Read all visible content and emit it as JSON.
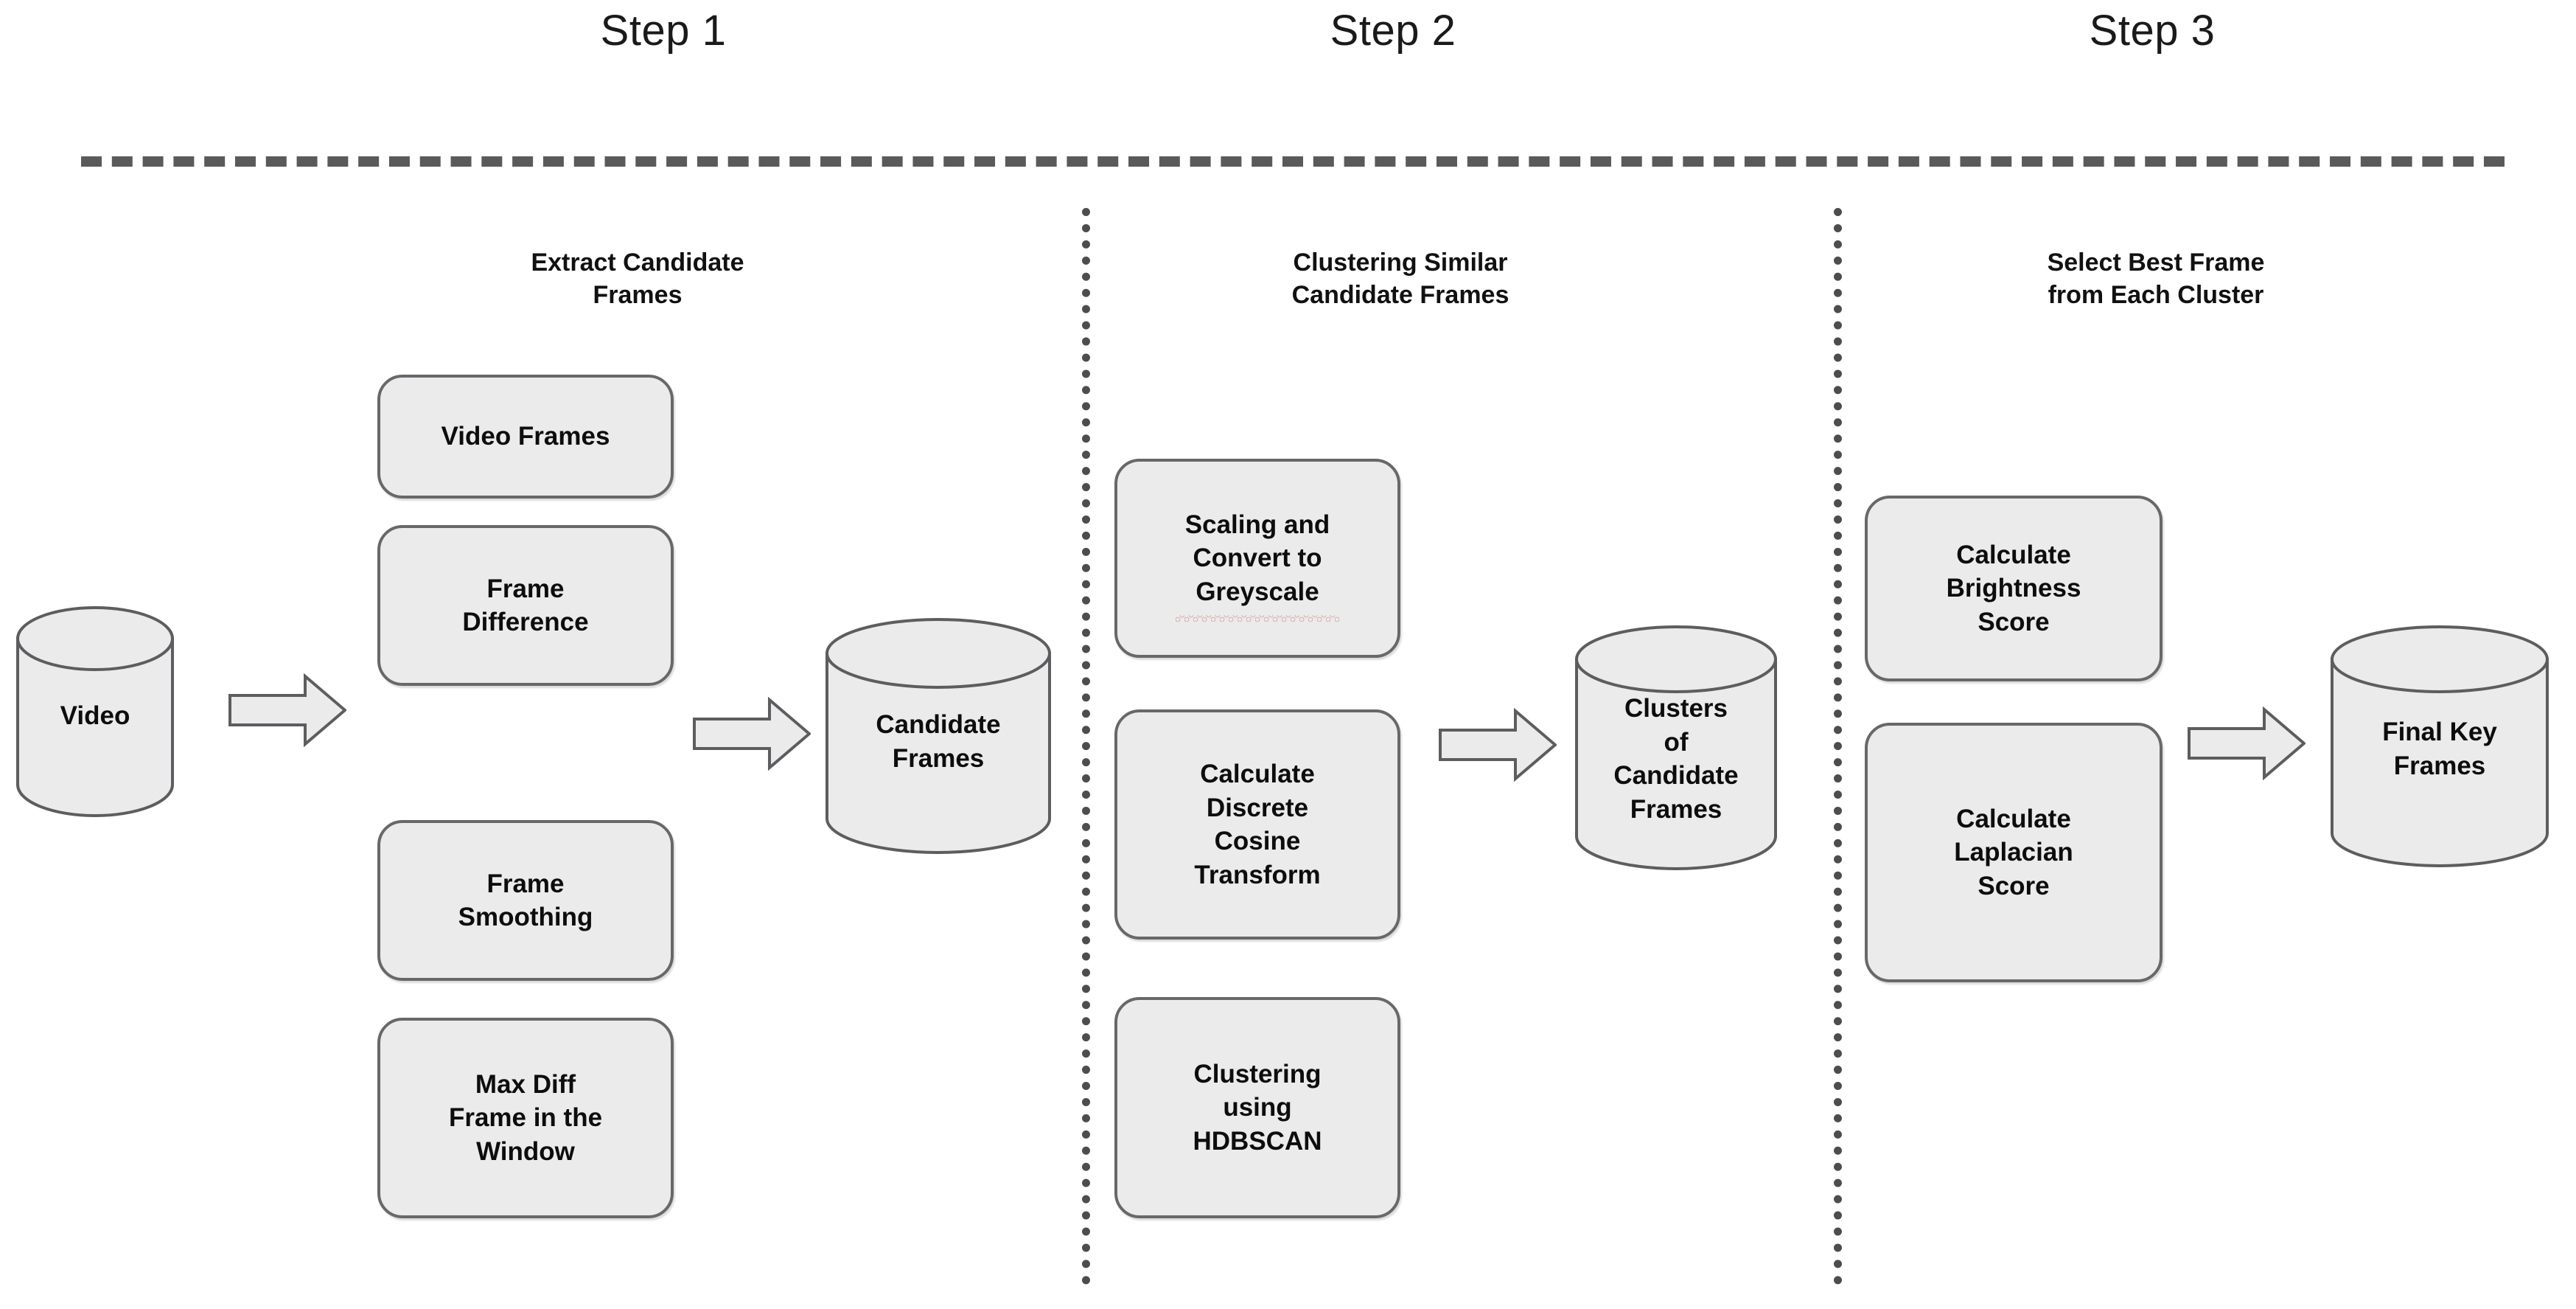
{
  "diagram": {
    "title_steps": [
      {
        "label": "Step 1"
      },
      {
        "label": "Step 2"
      },
      {
        "label": "Step 3"
      }
    ],
    "column_headings": [
      {
        "text": "Extract Candidate\nFrames"
      },
      {
        "text": "Clustering Similar\nCandidate Frames"
      },
      {
        "text": "Select Best Frame\nfrom Each Cluster"
      }
    ],
    "datastores": [
      {
        "name": "video",
        "label": "Video"
      },
      {
        "name": "candidate-frames",
        "label": "Candidate\nFrames"
      },
      {
        "name": "clusters-of-candidate-frames",
        "label": "Clusters\nof\nCandidate\nFrames"
      },
      {
        "name": "final-key-frames",
        "label": "Final Key\nFrames"
      }
    ],
    "step1_boxes": [
      {
        "text": "Video Frames"
      },
      {
        "text": "Frame\nDifference"
      },
      {
        "text": "Frame\nSmoothing"
      },
      {
        "text": "Max Diff\nFrame in the\nWindow"
      }
    ],
    "step2_boxes": [
      {
        "text": "Scaling and\nConvert to\nGreyscale",
        "spellcheck_flag": true
      },
      {
        "text": "Calculate\nDiscrete\nCosine\nTransform",
        "spellcheck_flag": false
      },
      {
        "text": "Clustering\nusing\nHDBSCAN",
        "spellcheck_flag": false
      }
    ],
    "step3_boxes": [
      {
        "text": "Calculate\nBrightness\nScore"
      },
      {
        "text": "Calculate\nLaplacian\nScore"
      }
    ],
    "arrows": [
      {
        "name": "arrow-video-to-step1"
      },
      {
        "name": "arrow-step1-to-candidate-frames"
      },
      {
        "name": "arrow-step2-to-clusters"
      },
      {
        "name": "arrow-step3-to-final-key-frames"
      }
    ],
    "colors": {
      "box_fill": "#ebebeb",
      "box_border": "#68686b",
      "text": "#0d0d0d",
      "separator": "#4d4d4d",
      "rule": "#5a5a5a",
      "spellcheck": "#d65a5a",
      "background": "#ffffff"
    }
  }
}
